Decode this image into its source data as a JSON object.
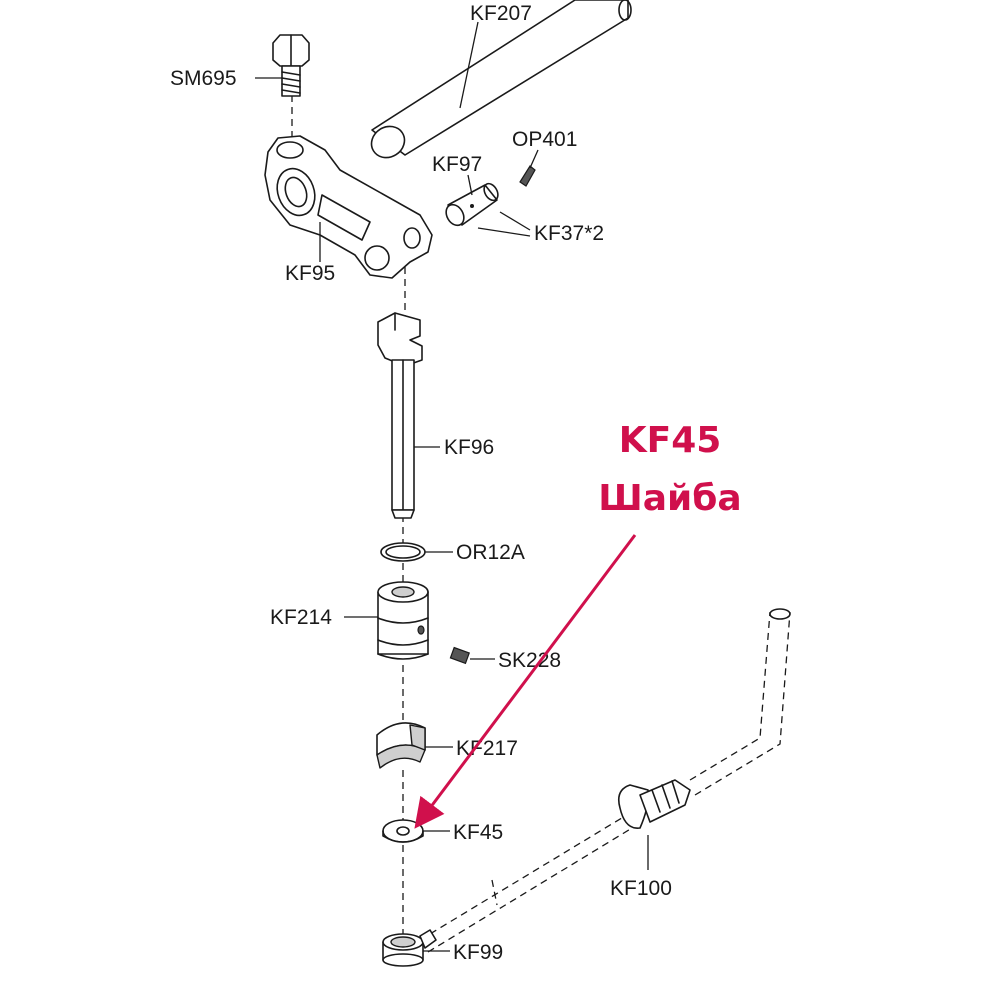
{
  "parts": {
    "kf207": "KF207",
    "sm695": "SM695",
    "op401": "OP401",
    "kf97": "KF97",
    "kf37": "KF37*2",
    "kf95": "KF95",
    "kf96": "KF96",
    "or12a": "OR12A",
    "kf214": "KF214",
    "sk228": "SK228",
    "kf217": "KF217",
    "kf45": "KF45",
    "kf100": "KF100",
    "kf99": "KF99"
  },
  "highlight": {
    "code": "KF45",
    "name": "Шайба",
    "color": "#d0104c"
  }
}
